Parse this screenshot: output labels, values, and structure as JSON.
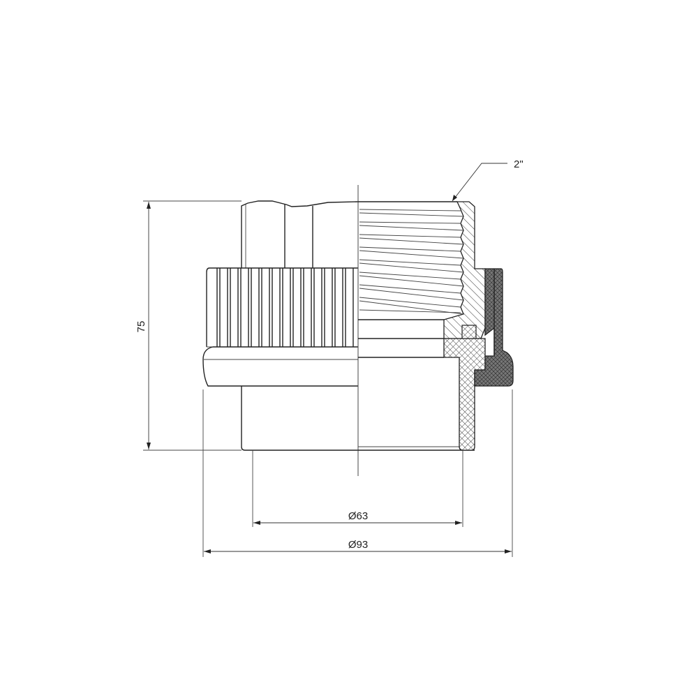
{
  "drawing": {
    "title": "Threaded union coupling, half-section view",
    "colors": {
      "line": "#222222",
      "background": "#ffffff",
      "dark_hatch": "#555555"
    }
  },
  "dimensions": {
    "height": {
      "label": "75",
      "orientation": "vertical"
    },
    "inner_diameter": {
      "label": "Ø63",
      "orientation": "horizontal"
    },
    "outer_diameter": {
      "label": "Ø93",
      "orientation": "horizontal"
    },
    "thread": {
      "label": "2\"",
      "type": "leader"
    }
  }
}
